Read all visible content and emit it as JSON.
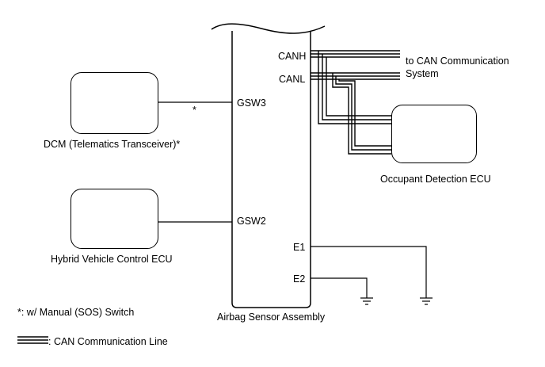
{
  "diagram": {
    "airbag_sensor": {
      "name": "Airbag Sensor Assembly",
      "pins": {
        "gsw3": "GSW3",
        "gsw2": "GSW2",
        "canh": "CANH",
        "canl": "CANL",
        "e1": "E1",
        "e2": "E2"
      }
    },
    "dcm": {
      "name": "DCM (Telematics Transceiver)*",
      "wire_mark": "*"
    },
    "hybrid_ecu": {
      "name": "Hybrid Vehicle Control ECU"
    },
    "occupant_ecu": {
      "name": "Occupant Detection ECU"
    },
    "can_system": {
      "line1": "to CAN Communication",
      "line2": "System"
    },
    "footnote": "*: w/ Manual (SOS) Switch",
    "legend": {
      "text": ": CAN Communication Line"
    }
  }
}
